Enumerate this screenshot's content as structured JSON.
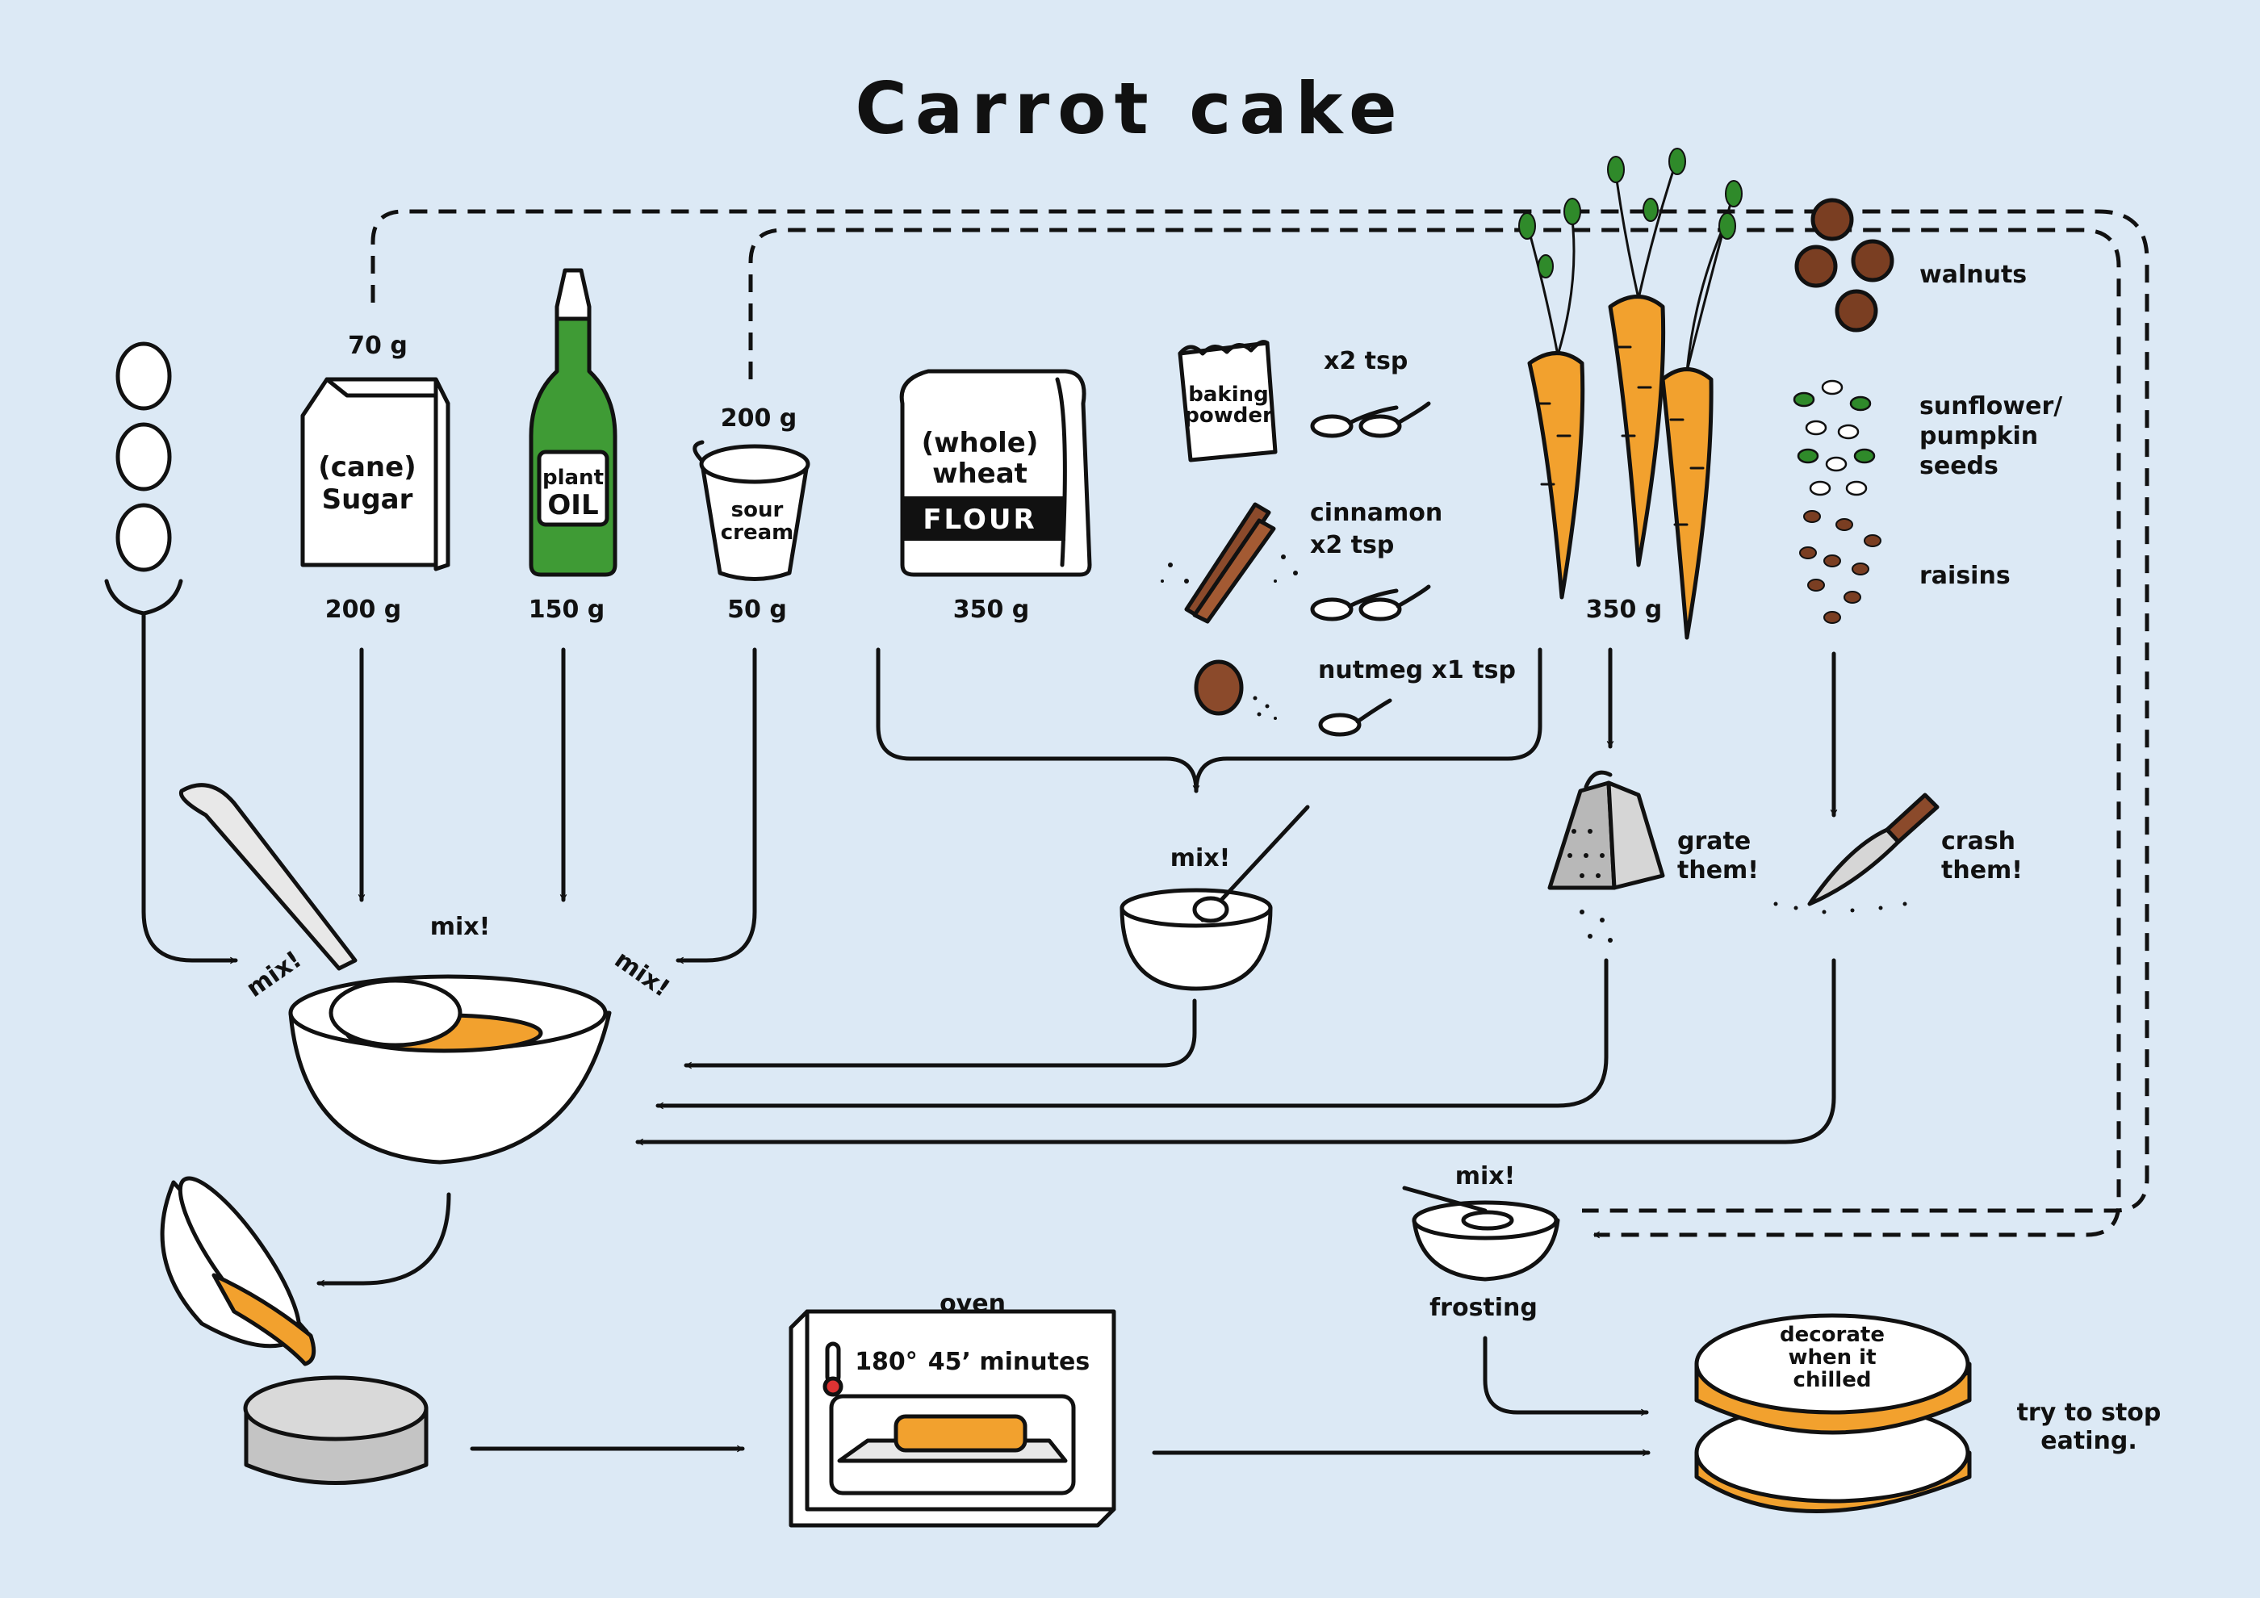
{
  "title": "Carrot cake",
  "colors": {
    "background": "#dce9f5",
    "carrot_orange": "#f2a12e",
    "bottle_green": "#3f9b35",
    "leaf_green": "#2f8a2a",
    "nut_brown": "#7a3e22",
    "line": "#111111",
    "white": "#ffffff"
  },
  "ingredients": {
    "eggs": {
      "count": 3
    },
    "sugar": {
      "amount": "200 g",
      "label_line1": "(cane)",
      "label_line2": "Sugar"
    },
    "oil": {
      "amount": "150 g",
      "label_line1": "plant",
      "label_line2": "OIL"
    },
    "sour_cream": {
      "amount": "50 g",
      "label_line1": "sour",
      "label_line2": "cream"
    },
    "flour": {
      "amount": "350 g",
      "label_line1": "(whole)",
      "label_line2": "wheat",
      "band": "FLOUR"
    },
    "baking_powder": {
      "package_line1": "baking",
      "package_line2": "powder",
      "dose": "x2 tsp"
    },
    "cinnamon": {
      "name": "cinnamon",
      "dose": "x2 tsp"
    },
    "nutmeg": {
      "label": "nutmeg x1 tsp"
    },
    "carrots": {
      "amount": "350 g"
    },
    "walnuts": {
      "label": "walnuts"
    },
    "seeds": {
      "line1": "sunflower/",
      "line2": "pumpkin",
      "line3": "seeds"
    },
    "raisins": {
      "label": "raisins"
    }
  },
  "frosting_inputs": {
    "sugar_amount": "70 g",
    "sour_cream_amount": "200 g"
  },
  "steps": {
    "main_mix": {
      "top": "mix!",
      "left": "mix!",
      "right": "mix!"
    },
    "dry_mix": "mix!",
    "grate": {
      "line1": "grate",
      "line2": "them!"
    },
    "crash": {
      "line1": "crash",
      "line2": "them!"
    },
    "frosting_mix": "mix!",
    "frosting": "frosting",
    "oven": {
      "title": "oven",
      "temp": "180°",
      "time": "45’ minutes"
    },
    "decorate": {
      "line1": "decorate",
      "line2": "when it",
      "line3": "chilled"
    },
    "final": {
      "line1": "try to stop",
      "line2": "eating."
    }
  }
}
